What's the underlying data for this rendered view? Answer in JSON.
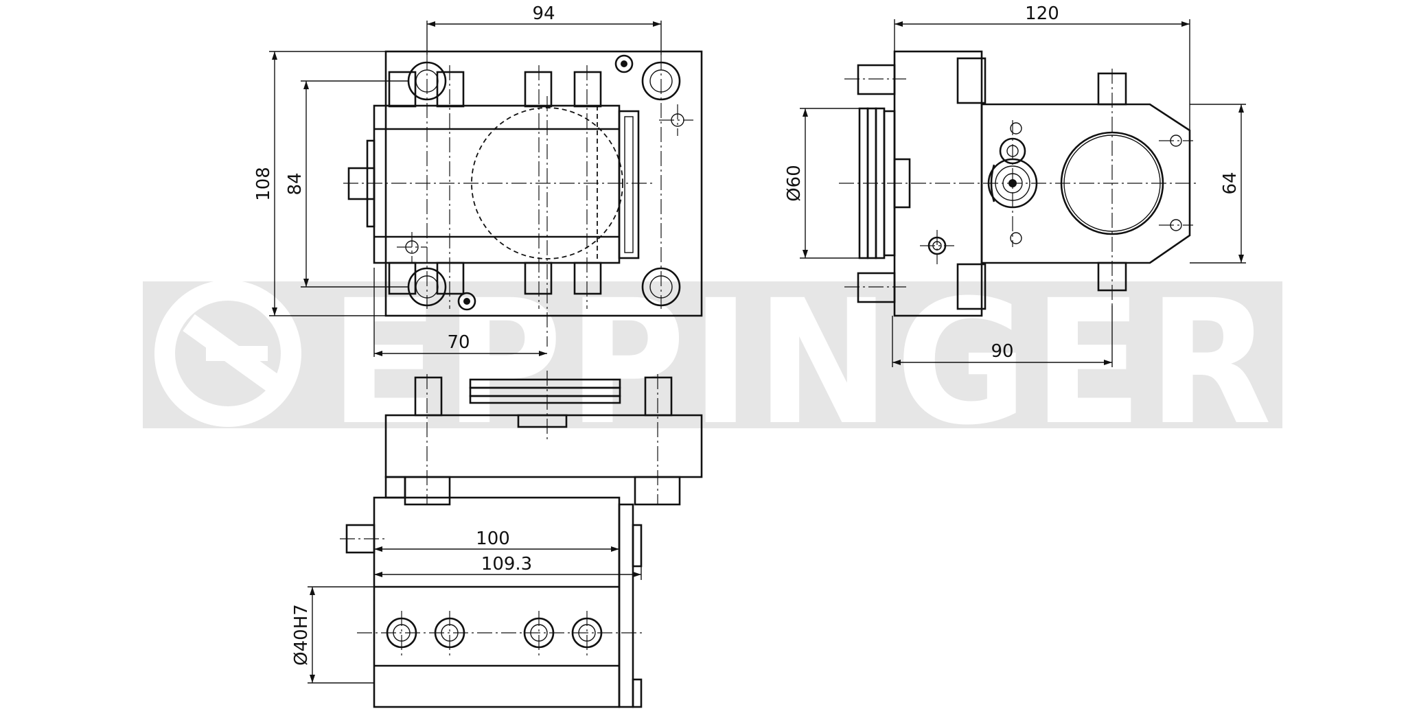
{
  "watermark": {
    "text": "EPPINGER",
    "band_color": "#e6e6e6",
    "letter_color": "#ffffff"
  },
  "colors": {
    "line": "#111111",
    "background": "#ffffff"
  },
  "dimensions": {
    "top_width": "94",
    "side_width": "120",
    "outer_height": "108",
    "inner_height": "84",
    "top_offset": "70",
    "side_offset": "90",
    "bore_diameter": "Ø60",
    "side_height": "64",
    "front_width": "100",
    "front_overall": "109.3",
    "front_bore": "Ø40H7"
  }
}
